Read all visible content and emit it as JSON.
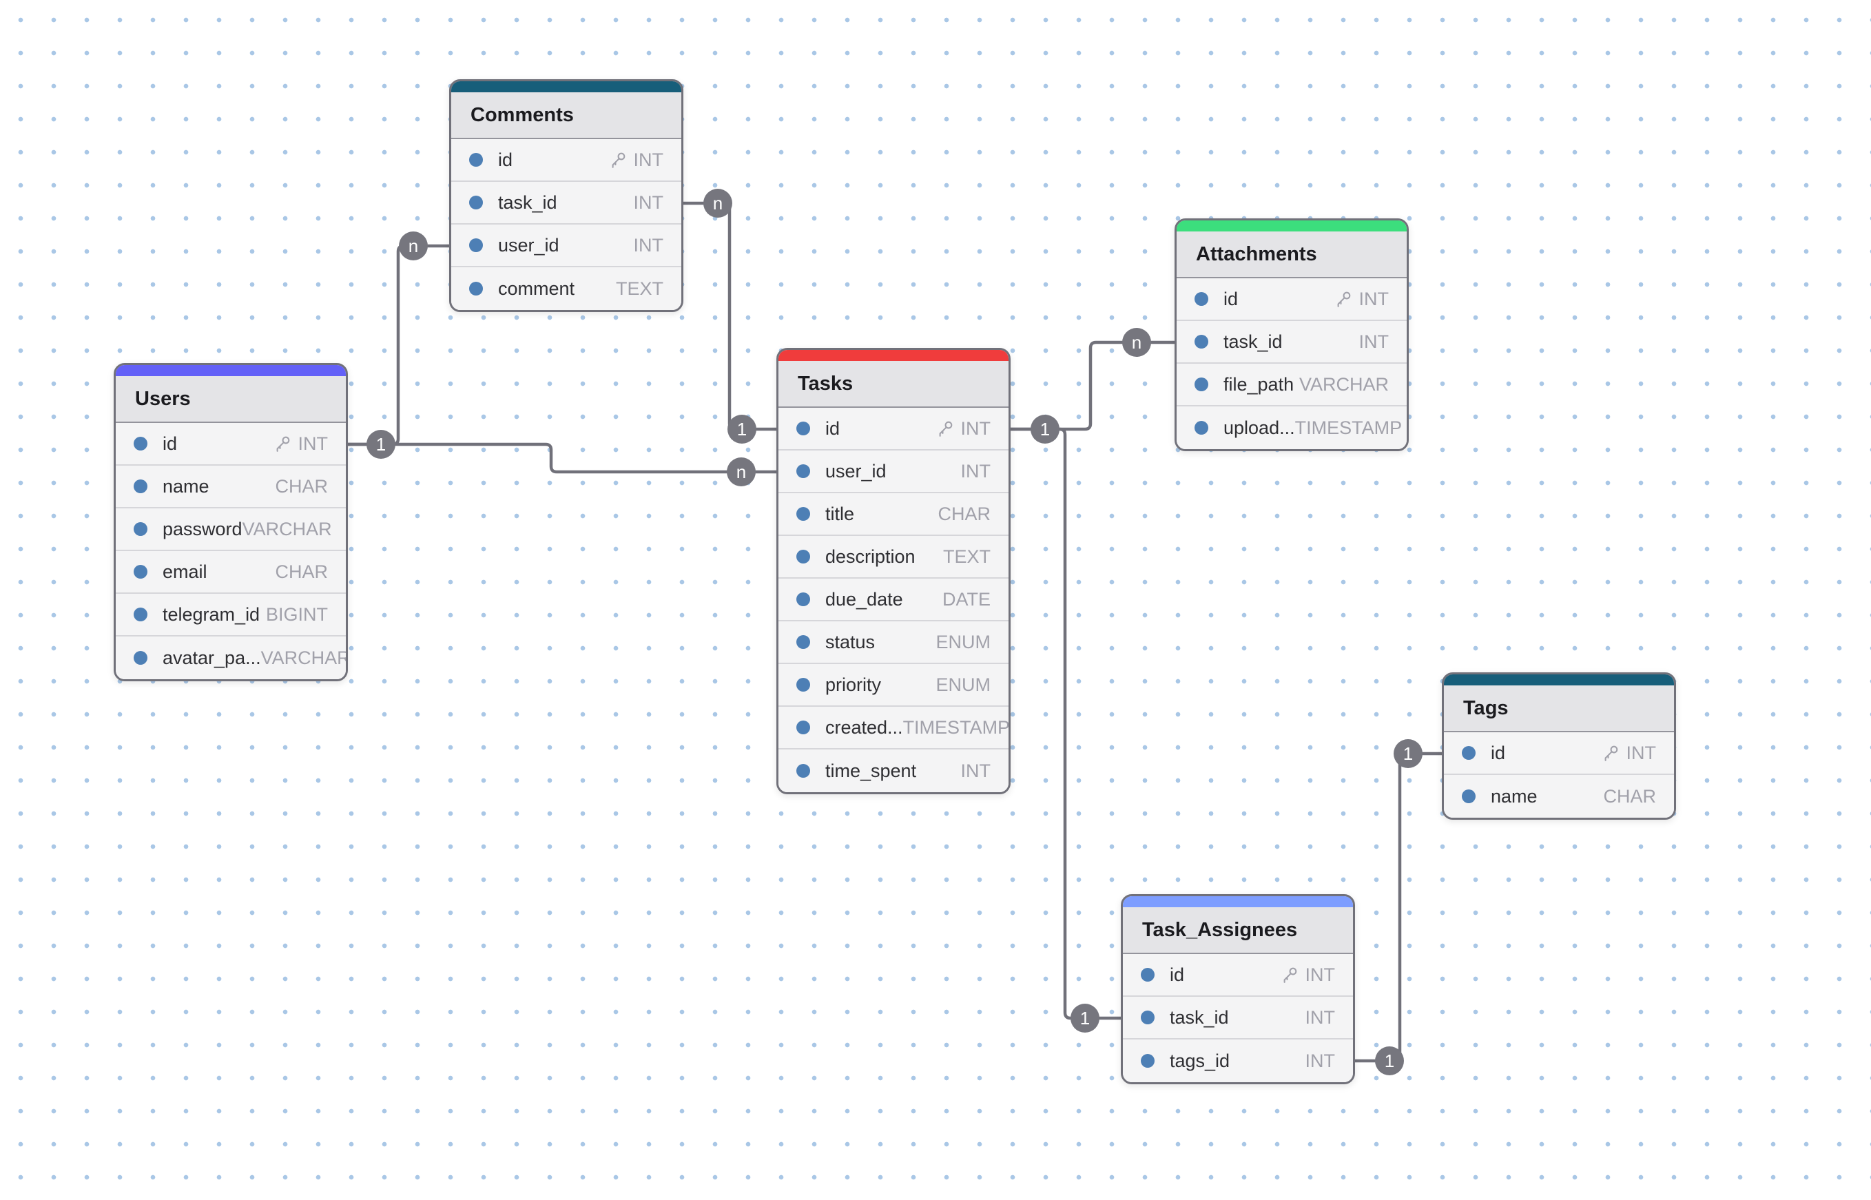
{
  "canvas": {
    "background_color": "#ffffff",
    "grid_dot_color": "#a9c7e6",
    "wire_color": "#71717a",
    "badge_bg_color": "#76767e",
    "badge_text_color": "#ffffff",
    "field_dot_color": "#4d7fb5",
    "pk_icon": "key-icon"
  },
  "tables": [
    {
      "name": "Comments",
      "header_color": "#175e7a",
      "fields": [
        {
          "name": "id",
          "type": "INT",
          "primary_key": true
        },
        {
          "name": "task_id",
          "type": "INT",
          "primary_key": false
        },
        {
          "name": "user_id",
          "type": "INT",
          "primary_key": false
        },
        {
          "name": "comment",
          "type": "TEXT",
          "primary_key": false
        }
      ]
    },
    {
      "name": "Users",
      "header_color": "#6360f7",
      "fields": [
        {
          "name": "id",
          "type": "INT",
          "primary_key": true
        },
        {
          "name": "name",
          "type": "CHAR",
          "primary_key": false
        },
        {
          "name": "password",
          "type": "VARCHAR",
          "primary_key": false
        },
        {
          "name": "email",
          "type": "CHAR",
          "primary_key": false
        },
        {
          "name": "telegram_id",
          "type": "BIGINT",
          "primary_key": false
        },
        {
          "name": "avatar_pa...",
          "type": "VARCHAR",
          "primary_key": false
        }
      ]
    },
    {
      "name": "Tasks",
      "header_color": "#f03c3c",
      "fields": [
        {
          "name": "id",
          "type": "INT",
          "primary_key": true
        },
        {
          "name": "user_id",
          "type": "INT",
          "primary_key": false
        },
        {
          "name": "title",
          "type": "CHAR",
          "primary_key": false
        },
        {
          "name": "description",
          "type": "TEXT",
          "primary_key": false
        },
        {
          "name": "due_date",
          "type": "DATE",
          "primary_key": false
        },
        {
          "name": "status",
          "type": "ENUM",
          "primary_key": false
        },
        {
          "name": "priority",
          "type": "ENUM",
          "primary_key": false
        },
        {
          "name": "created...",
          "type": "TIMESTAMP",
          "primary_key": false
        },
        {
          "name": "time_spent",
          "type": "INT",
          "primary_key": false
        }
      ]
    },
    {
      "name": "Attachments",
      "header_color": "#3cde7d",
      "fields": [
        {
          "name": "id",
          "type": "INT",
          "primary_key": true
        },
        {
          "name": "task_id",
          "type": "INT",
          "primary_key": false
        },
        {
          "name": "file_path",
          "type": "VARCHAR",
          "primary_key": false
        },
        {
          "name": "upload...",
          "type": "TIMESTAMP",
          "primary_key": false
        }
      ]
    },
    {
      "name": "Tags",
      "header_color": "#175e7a",
      "fields": [
        {
          "name": "id",
          "type": "INT",
          "primary_key": true
        },
        {
          "name": "name",
          "type": "CHAR",
          "primary_key": false
        }
      ]
    },
    {
      "name": "Task_Assignees",
      "header_color": "#7d9dff",
      "fields": [
        {
          "name": "id",
          "type": "INT",
          "primary_key": true
        },
        {
          "name": "task_id",
          "type": "INT",
          "primary_key": false
        },
        {
          "name": "tags_id",
          "type": "INT",
          "primary_key": false
        }
      ]
    }
  ],
  "relationships": [
    {
      "from_table": "Comments",
      "from_field": "task_id",
      "to_table": "Tasks",
      "to_field": "id",
      "start_label": "n",
      "end_label": "1"
    },
    {
      "from_table": "Users",
      "from_field": "id",
      "to_table": "Comments",
      "to_field": "user_id",
      "start_label": "1",
      "end_label": "n"
    },
    {
      "from_table": "Users",
      "from_field": "id",
      "to_table": "Tasks",
      "to_field": "user_id",
      "start_label": "1",
      "end_label": "n"
    },
    {
      "from_table": "Tasks",
      "from_field": "id",
      "to_table": "Attachments",
      "to_field": "task_id",
      "start_label": "1",
      "end_label": "n"
    },
    {
      "from_table": "Tasks",
      "from_field": "id",
      "to_table": "Task_Assignees",
      "to_field": "task_id",
      "start_label": "1",
      "end_label": "1"
    },
    {
      "from_table": "Tags",
      "from_field": "id",
      "to_table": "Task_Assignees",
      "to_field": "tags_id",
      "start_label": "1",
      "end_label": "1"
    }
  ]
}
